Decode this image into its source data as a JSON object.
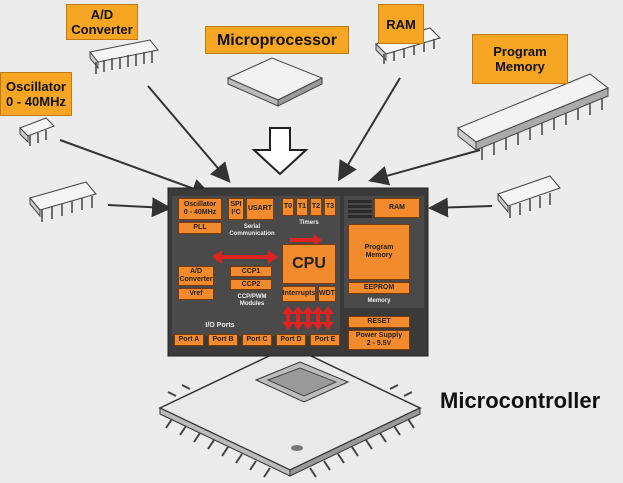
{
  "labels": {
    "ad_converter": "A/D\nConverter",
    "microprocessor": "Microprocessor",
    "ram": "RAM",
    "program_memory": "Program\nMemory",
    "oscillator": "Oscillator\n0 - 40MHz",
    "microcontroller": "Microcontroller"
  },
  "board": {
    "oscillator": "Oscillator\n0 - 40MHz",
    "pll": "PLL",
    "spi": "SPI\nI²C",
    "usart": "USART",
    "serial_comm": "Serial\nCommunication",
    "t0": "T0",
    "t1": "T1",
    "t2": "T2",
    "t3": "T3",
    "timers": "Timers",
    "ram": "RAM",
    "program_memory": "Program\nMemory",
    "eeprom": "EEPROM",
    "memory": "Memory",
    "ad_converter": "A/D\nConverter",
    "vref": "Vref",
    "ccp1": "CCP1",
    "ccp2": "CCP2",
    "ccp_pwm": "CCP/PWM\nModules",
    "cpu": "CPU",
    "interrupts": "Interrupts",
    "wdt": "WDT",
    "io_ports": "I/O Ports",
    "reset": "RESET",
    "power_supply": "Power Supply\n2 - 5.5V",
    "ports": [
      "Port A",
      "Port B",
      "Port C",
      "Port D",
      "Port E"
    ]
  },
  "colors": {
    "accent": "#f6a623",
    "block": "#f28a2e",
    "board": "#3a3a3a",
    "arrow_red": "#d22"
  }
}
